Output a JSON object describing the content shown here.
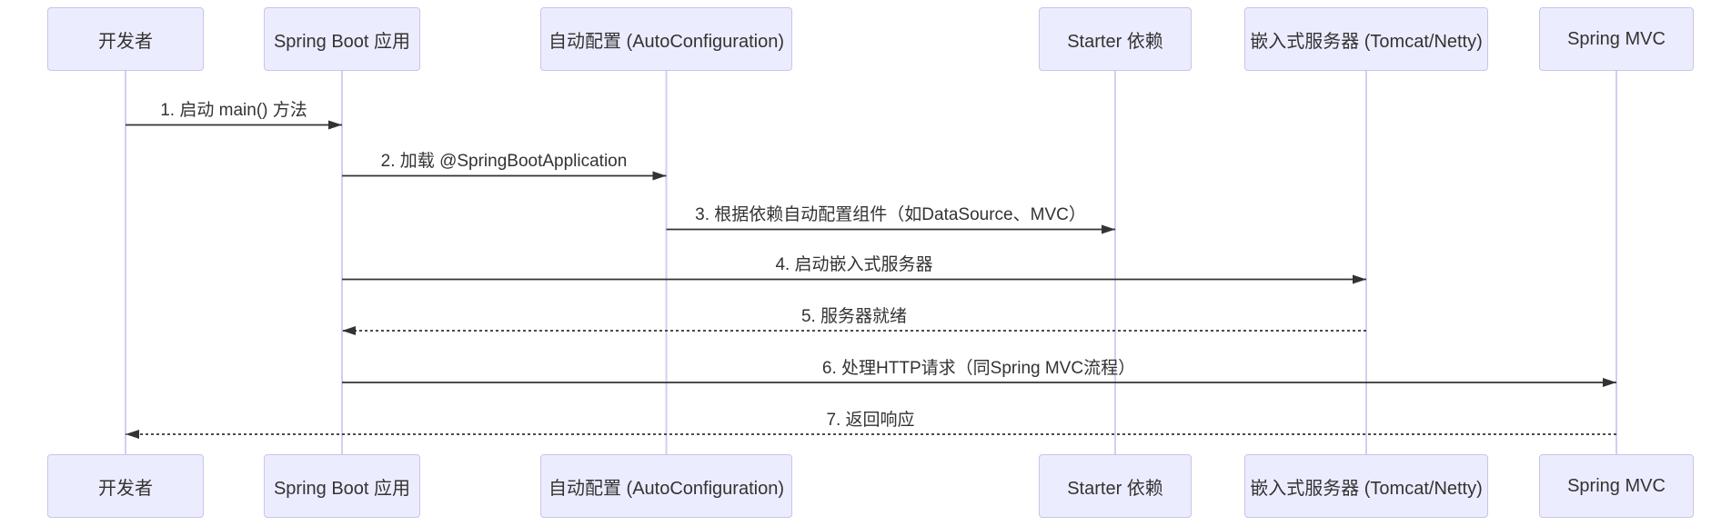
{
  "diagram": {
    "type": "sequence-diagram",
    "participants": [
      {
        "id": "developer",
        "label": "开发者"
      },
      {
        "id": "spring-boot-app",
        "label": "Spring Boot 应用"
      },
      {
        "id": "autoconfiguration",
        "label": "自动配置 (AutoConfiguration)"
      },
      {
        "id": "starter-deps",
        "label": "Starter 依赖"
      },
      {
        "id": "embedded-server",
        "label": "嵌入式服务器 (Tomcat/Netty)"
      },
      {
        "id": "spring-mvc",
        "label": "Spring MVC"
      }
    ],
    "messages": [
      {
        "text": "1. 启动 main() 方法",
        "from": "开发者",
        "to": "Spring Boot 应用",
        "line": "solid"
      },
      {
        "text": "2. 加载 @SpringBootApplication",
        "from": "Spring Boot 应用",
        "to": "自动配置 (AutoConfiguration)",
        "line": "solid"
      },
      {
        "text": "3. 根据依赖自动配置组件（如DataSource、MVC）",
        "from": "自动配置 (AutoConfiguration)",
        "to": "Starter 依赖",
        "line": "solid"
      },
      {
        "text": "4. 启动嵌入式服务器",
        "from": "Spring Boot 应用",
        "to": "嵌入式服务器 (Tomcat/Netty)",
        "line": "solid"
      },
      {
        "text": "5. 服务器就绪",
        "from": "嵌入式服务器 (Tomcat/Netty)",
        "to": "Spring Boot 应用",
        "line": "dashed"
      },
      {
        "text": "6. 处理HTTP请求（同Spring MVC流程）",
        "from": "Spring Boot 应用",
        "to": "Spring MVC",
        "line": "solid"
      },
      {
        "text": "7. 返回响应",
        "from": "Spring MVC",
        "to": "开发者",
        "line": "dashed"
      }
    ],
    "colors": {
      "actor_fill": "#ECECFF",
      "actor_border": "#c8c4e8",
      "lifeline": "#d6cdf0",
      "arrow": "#333333",
      "text": "#333333",
      "background": "#ffffff"
    }
  }
}
